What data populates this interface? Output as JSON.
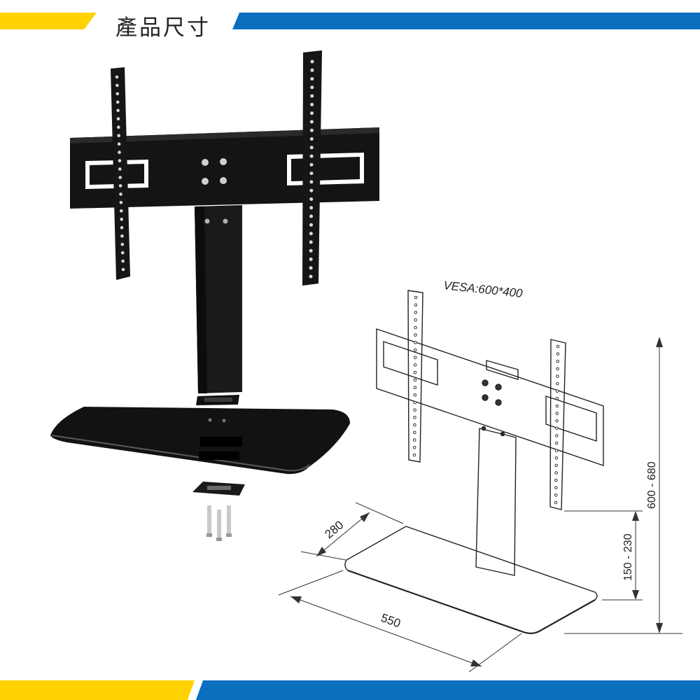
{
  "header": {
    "title": "產品尺寸"
  },
  "colors": {
    "accent_yellow": "#ffd200",
    "accent_blue": "#0b6fbf"
  },
  "diagram": {
    "vesa_label": "VESA:600*400",
    "dim_depth": "280",
    "dim_width": "550",
    "dim_adjust": "150 - 230",
    "dim_total": "600 - 680"
  }
}
